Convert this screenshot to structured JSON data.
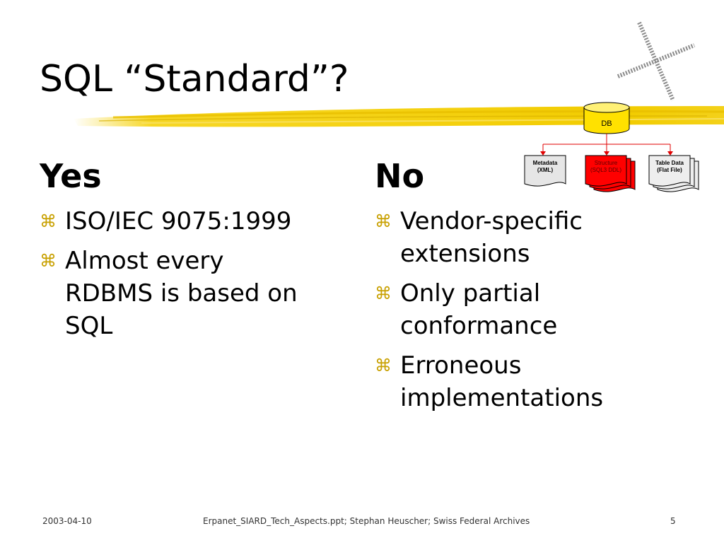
{
  "slide": {
    "title": "SQL “Standard”?",
    "yes": {
      "heading": "Yes",
      "bullets": [
        "ISO/IEC 9075:1999",
        "Almost every RDBMS is based on SQL"
      ]
    },
    "no": {
      "heading": "No",
      "bullets": [
        "Vendor-specific extensions",
        "Only partial conformance",
        "Erroneous implementations"
      ]
    },
    "bullet_icon": "command-key-icon",
    "logo_icon": "cross-star-logo-icon",
    "colors": {
      "title_brush": "#f5d000",
      "accent_red": "#ff0000",
      "db_yellow": "#ffe100",
      "doc_gray": "#e6e6e6"
    }
  },
  "diagram": {
    "db_label": "DB",
    "docs": [
      {
        "line1": "Metadata",
        "line2": "(XML)"
      },
      {
        "line1": "Structure",
        "line2": "(SQL3 DDL)"
      },
      {
        "line1": "Table Data",
        "line2": "(Flat File)"
      }
    ]
  },
  "footer": {
    "date": "2003-04-10",
    "source": "Erpanet_SIARD_Tech_Aspects.ppt; Stephan Heuscher; Swiss Federal Archives",
    "page": "5"
  }
}
